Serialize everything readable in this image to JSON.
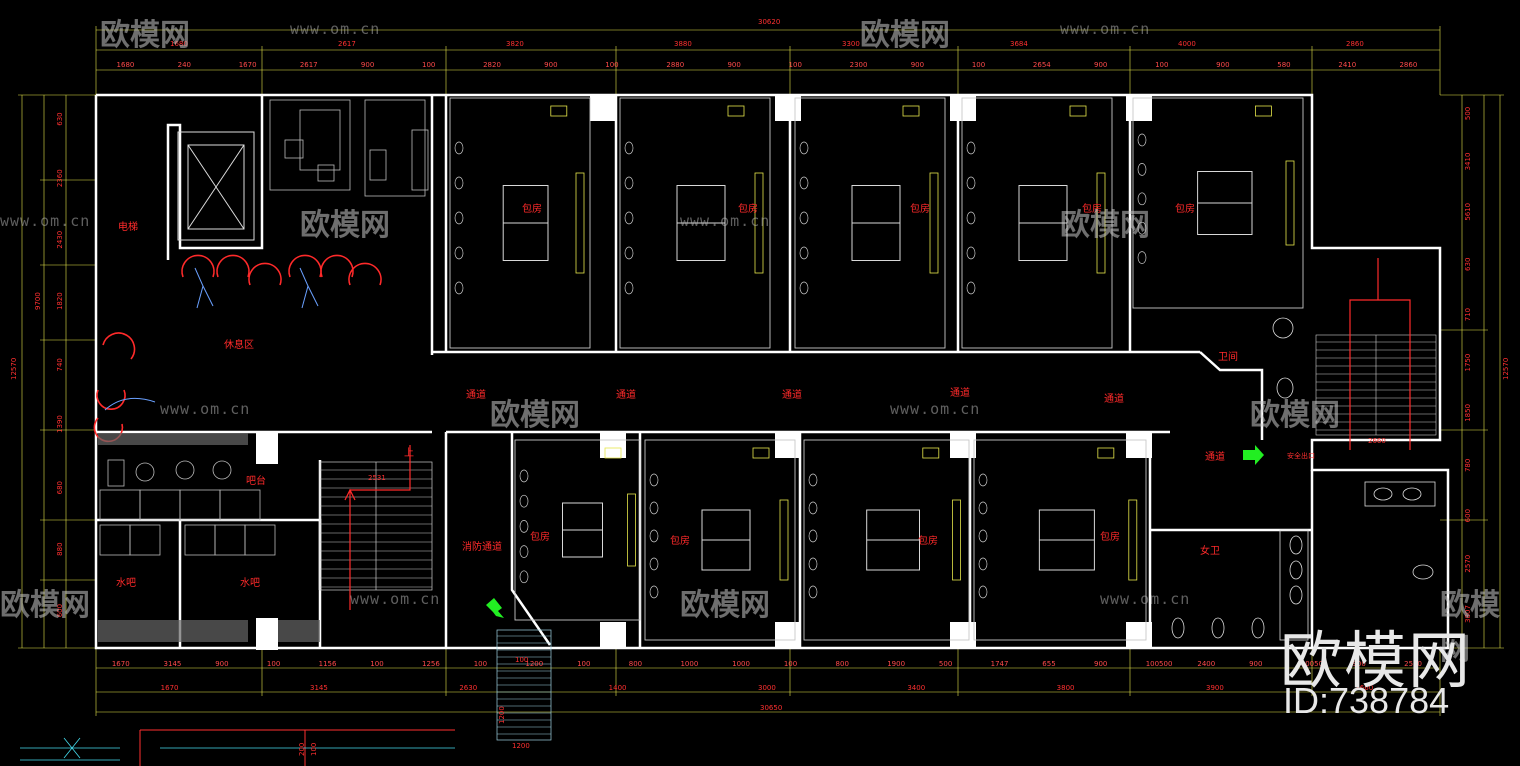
{
  "colors": {
    "background": "#000000",
    "wall": "#ffffff",
    "dimension": "#ff3030",
    "furniture": "#c8c8c8",
    "cad_accent": "#ffff66",
    "exit_sign": "#22ee22"
  },
  "watermark": {
    "logo_text": "欧模网",
    "url_text": "www.om.cn",
    "big_logo": "欧模网",
    "id_text": "ID:738784"
  },
  "dimensions": {
    "top_overall": "30620",
    "top_row1": [
      "1680",
      "2617",
      "3820",
      "3880",
      "3300",
      "3684",
      "4000",
      "2860"
    ],
    "top_row2": [
      "1680",
      "240",
      "1670",
      "2617",
      "900",
      "100",
      "2820",
      "900",
      "100",
      "2880",
      "900",
      "100",
      "2300",
      "900",
      "100",
      "2654",
      "900",
      "100",
      "900",
      "580",
      "2410",
      "2860"
    ],
    "left_overall": "12570",
    "left_row": [
      "630",
      "2360",
      "2430",
      "1820",
      "740",
      "1390",
      "680",
      "880",
      "600"
    ],
    "left_mid": "9700",
    "right_overall": "12570",
    "right_row": [
      "500",
      "3410",
      "5610",
      "630",
      "710",
      "1750",
      "1850",
      "780",
      "600",
      "2570",
      "3807"
    ],
    "bottom_row1": [
      "1670",
      "3145",
      "900",
      "100",
      "1156",
      "100",
      "1256",
      "100",
      "1200",
      "100",
      "800",
      "1000",
      "1000",
      "100",
      "800",
      "1900",
      "500",
      "1747",
      "655",
      "900",
      "100500",
      "2400",
      "900",
      "100500",
      "900",
      "2550"
    ],
    "bottom_row2": [
      "1670",
      "3145",
      "2630",
      "1400",
      "3000",
      "3400",
      "3800",
      "3900",
      "3660"
    ],
    "bottom_overall": "30650",
    "stair": [
      "2531",
      "1200",
      "100",
      "1200"
    ],
    "right_stair": "2660",
    "extra": [
      "200",
      "100"
    ]
  },
  "labels": {
    "elevator": "电梯",
    "rest_area": "休息区",
    "private_rooms": [
      "包房",
      "包房",
      "包房",
      "包房",
      "包房",
      "包房",
      "包房",
      "包房",
      "包房"
    ],
    "corridors": [
      "通道",
      "通道",
      "通道",
      "通道",
      "通道",
      "通道"
    ],
    "fire_exit": "消防通道",
    "bar_counter": "吧台",
    "water_bar": [
      "水吧",
      "水吧"
    ],
    "toilet": "卫间",
    "female_wc": "女卫",
    "stairs_up": "上",
    "exit_small": "安全出口"
  }
}
